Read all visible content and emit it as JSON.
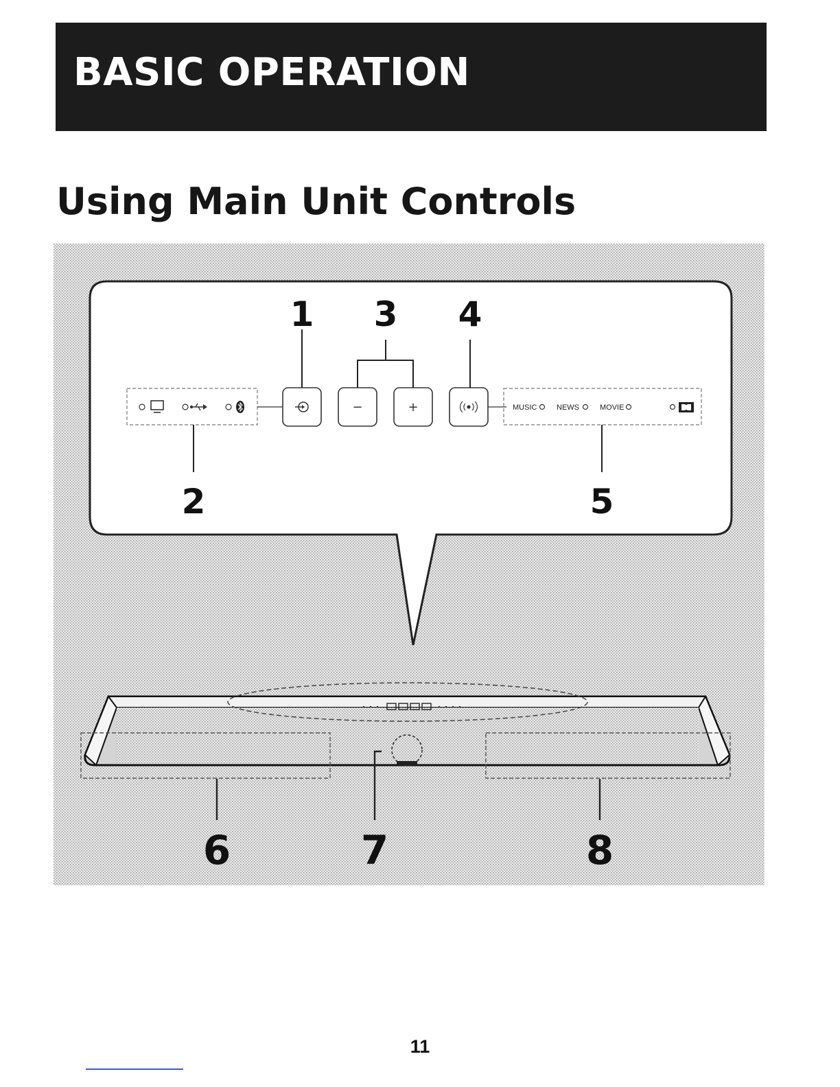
{
  "header": {
    "title": "BASIC OPERATION"
  },
  "section": {
    "title": "Using Main Unit Controls"
  },
  "diagram": {
    "callouts": [
      "1",
      "2",
      "3",
      "4",
      "5",
      "6",
      "7",
      "8"
    ],
    "buttons": {
      "minus": "−",
      "plus": "+"
    },
    "modes": [
      "MUSIC",
      "NEWS",
      "MOVIE"
    ],
    "icons": [
      "tv-icon",
      "usb-icon",
      "bluetooth-icon",
      "source-icon",
      "minus-icon",
      "plus-icon",
      "surround-icon",
      "dolby-icon"
    ]
  },
  "footer": {
    "page_number": "11"
  }
}
